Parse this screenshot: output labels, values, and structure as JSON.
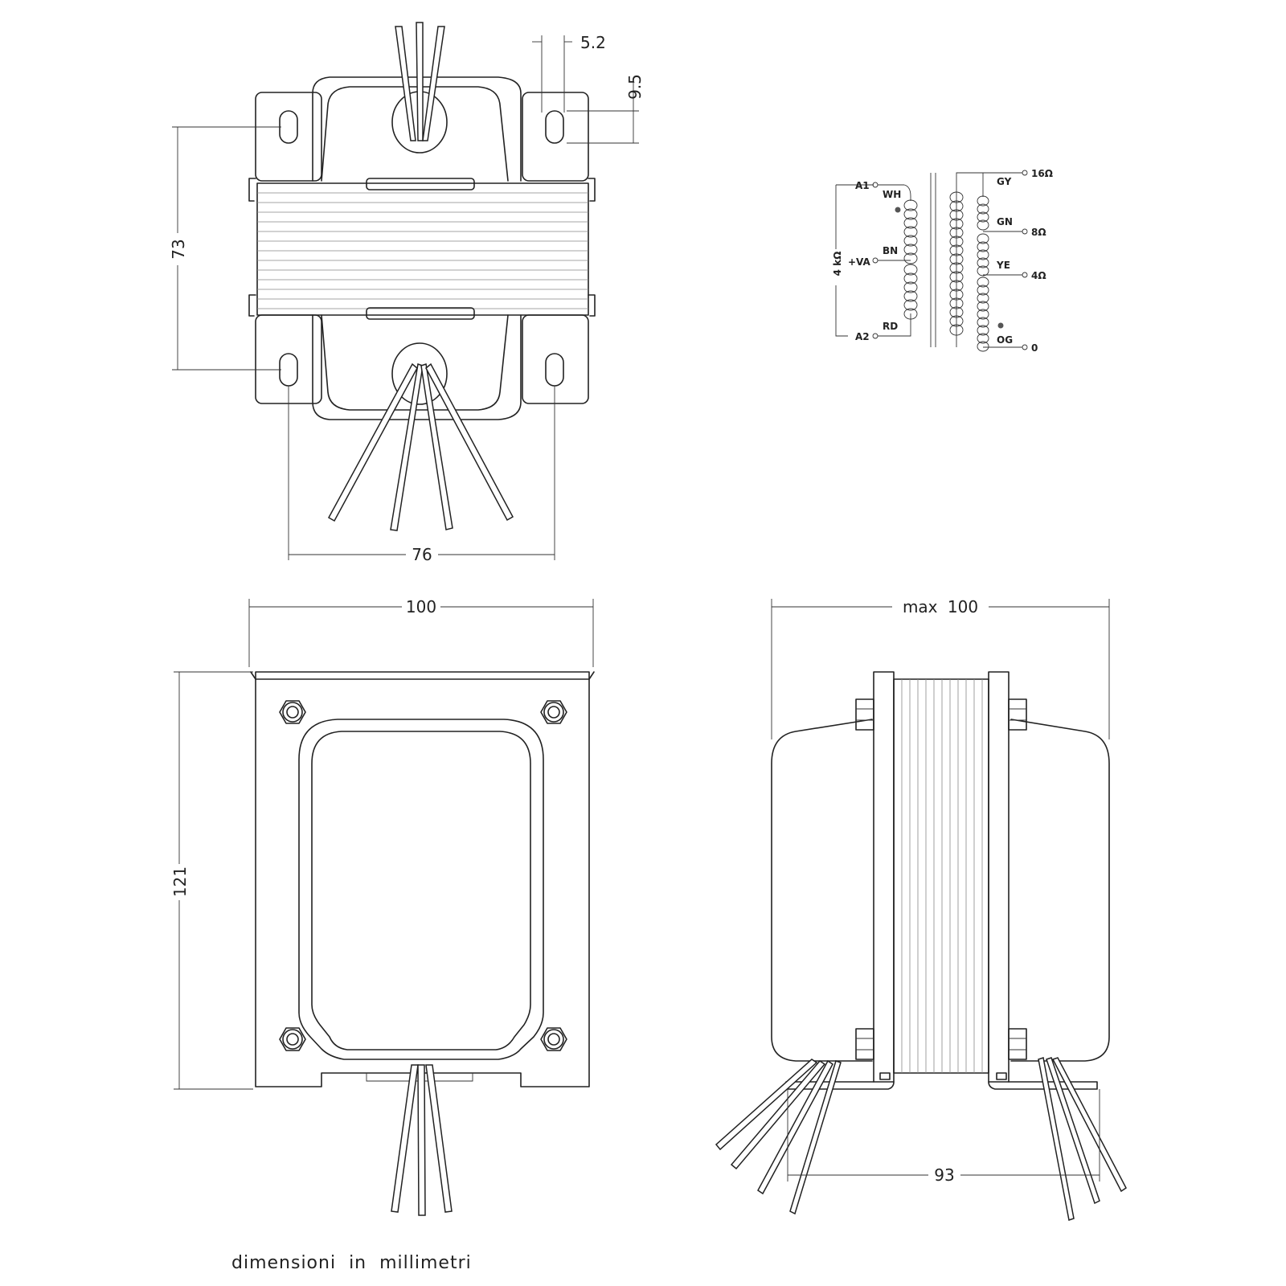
{
  "dimensions": {
    "slot_width": "5.2",
    "slot_offset": "9.5",
    "height_top": "73",
    "hole_spacing": "76",
    "width_front": "100",
    "height_front": "121",
    "width_side": "max 100",
    "base_side": "93"
  },
  "schematic": {
    "primary": {
      "a1": "A1",
      "va": "+VA",
      "a2": "A2",
      "wh": "WH",
      "bn": "BN",
      "rd": "RD",
      "impedance": "4 kΩ"
    },
    "secondary": {
      "gy": "GY",
      "gn": "GN",
      "ye": "YE",
      "og": "OG",
      "tap16": "16Ω",
      "tap8": "8Ω",
      "tap4": "4Ω",
      "tap0": "0"
    }
  },
  "note": "dimensioni in millimetri"
}
